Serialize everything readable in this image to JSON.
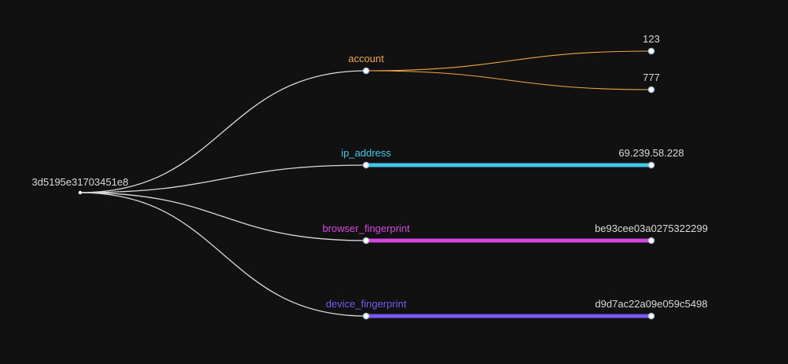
{
  "root": {
    "label": "3d5195e31703451e8"
  },
  "branches": [
    {
      "key": "account",
      "label": "account",
      "color": "#f2a541",
      "values": [
        {
          "label": "123"
        },
        {
          "label": "777"
        }
      ]
    },
    {
      "key": "ip_address",
      "label": "ip_address",
      "color": "#42c8ea",
      "values": [
        {
          "label": "69.239.58.228"
        }
      ]
    },
    {
      "key": "browser_fingerprint",
      "label": "browser_fingerprint",
      "color": "#d545df",
      "values": [
        {
          "label": "be93cee03a0275322299"
        }
      ]
    },
    {
      "key": "device_fingerprint",
      "label": "device_fingerprint",
      "color": "#7a58f2",
      "values": [
        {
          "label": "d9d7ac22a09e059c5498"
        }
      ]
    }
  ],
  "colors": {
    "background": "#111111",
    "root_link": "#d9d9d9",
    "node_fill": "#ffffff",
    "node_stroke": "#a9bfd8",
    "text": "#d9d9d9"
  }
}
